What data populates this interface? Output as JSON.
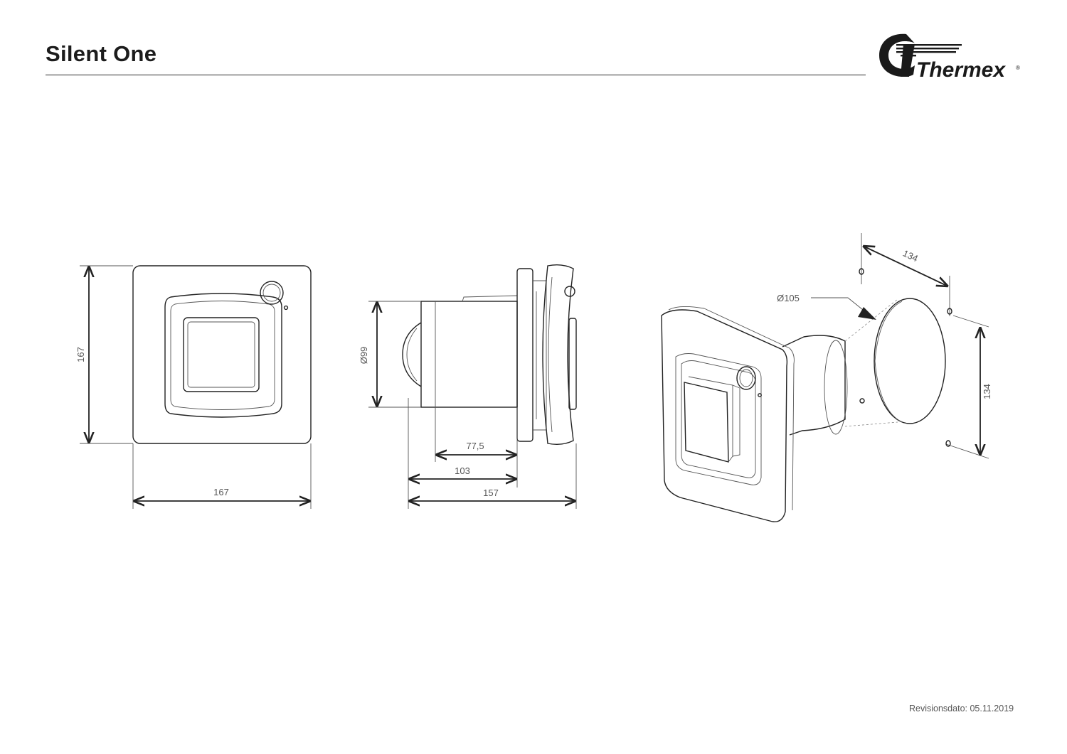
{
  "header": {
    "title": "Silent One",
    "brand": "Thermex"
  },
  "footer": {
    "revision": "Revisionsdato: 05.11.2019"
  },
  "dimensions": {
    "front_height": "167",
    "front_width": "167",
    "side_diameter": "Ø99",
    "side_depth_inner": "77,5",
    "side_depth_mid": "103",
    "side_depth_total": "157",
    "iso_duct_diameter": "Ø105",
    "iso_width": "134",
    "iso_height": "134"
  }
}
